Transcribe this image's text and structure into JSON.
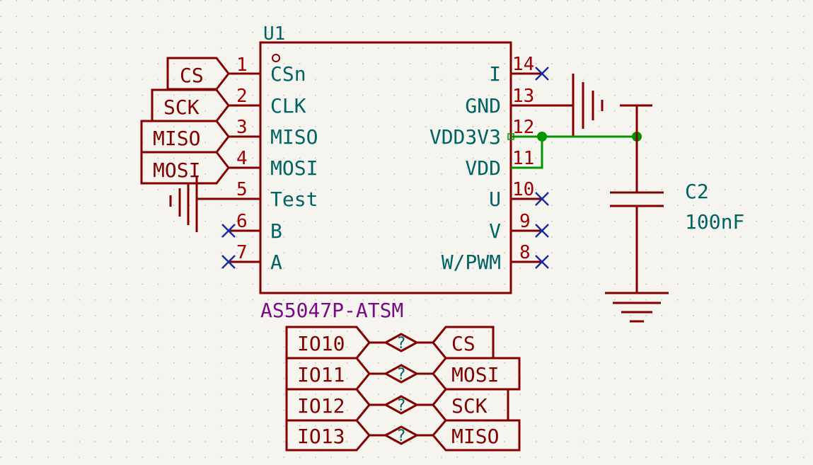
{
  "chip": {
    "reference": "U1",
    "part": "AS5047P-ATSM",
    "left_pins": [
      {
        "num": "1",
        "name": "CSn"
      },
      {
        "num": "2",
        "name": "CLK"
      },
      {
        "num": "3",
        "name": "MISO"
      },
      {
        "num": "4",
        "name": "MOSI"
      },
      {
        "num": "5",
        "name": "Test"
      },
      {
        "num": "6",
        "name": "B"
      },
      {
        "num": "7",
        "name": "A"
      }
    ],
    "right_pins": [
      {
        "num": "14",
        "name": "I"
      },
      {
        "num": "13",
        "name": "GND"
      },
      {
        "num": "12",
        "name": "VDD3V3"
      },
      {
        "num": "11",
        "name": "VDD"
      },
      {
        "num": "10",
        "name": "U"
      },
      {
        "num": "9",
        "name": "V"
      },
      {
        "num": "8",
        "name": "W/PWM"
      }
    ]
  },
  "left_labels": [
    "CS",
    "SCK",
    "MISO",
    "MOSI"
  ],
  "capacitor": {
    "reference": "C2",
    "value": "100nF"
  },
  "io_map": [
    {
      "left": "IO10",
      "right": "CS",
      "mark": "?"
    },
    {
      "left": "IO11",
      "right": "MOSI",
      "mark": "?"
    },
    {
      "left": "IO12",
      "right": "SCK",
      "mark": "?"
    },
    {
      "left": "IO13",
      "right": "MISO",
      "mark": "?"
    }
  ],
  "colors": {
    "background": "#f5f4ef",
    "symbol": "#840000",
    "wire": "#009600",
    "no_connect": "#1a2aa0",
    "text": "#006464",
    "part": "#7a0a86"
  }
}
